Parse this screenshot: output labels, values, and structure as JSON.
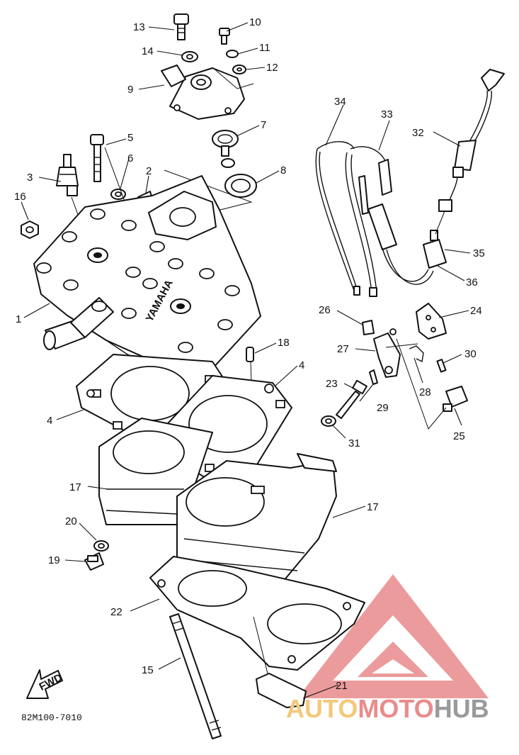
{
  "diagram": {
    "code": "82M100-7010",
    "fwd_label": "FWD",
    "head_embossing": "YAMAHA",
    "callouts": [
      {
        "id": "c1",
        "n": "1"
      },
      {
        "id": "c2",
        "n": "2"
      },
      {
        "id": "c3",
        "n": "3"
      },
      {
        "id": "c4a",
        "n": "4"
      },
      {
        "id": "c4b",
        "n": "4"
      },
      {
        "id": "c5",
        "n": "5"
      },
      {
        "id": "c6",
        "n": "6"
      },
      {
        "id": "c7",
        "n": "7"
      },
      {
        "id": "c8",
        "n": "8"
      },
      {
        "id": "c9",
        "n": "9"
      },
      {
        "id": "c10",
        "n": "10"
      },
      {
        "id": "c11",
        "n": "11"
      },
      {
        "id": "c12",
        "n": "12"
      },
      {
        "id": "c13",
        "n": "13"
      },
      {
        "id": "c14",
        "n": "14"
      },
      {
        "id": "c15",
        "n": "15"
      },
      {
        "id": "c16",
        "n": "16"
      },
      {
        "id": "c17a",
        "n": "17"
      },
      {
        "id": "c17b",
        "n": "17"
      },
      {
        "id": "c18",
        "n": "18"
      },
      {
        "id": "c19",
        "n": "19"
      },
      {
        "id": "c20",
        "n": "20"
      },
      {
        "id": "c21",
        "n": "21"
      },
      {
        "id": "c22",
        "n": "22"
      },
      {
        "id": "c23",
        "n": "23"
      },
      {
        "id": "c24",
        "n": "24"
      },
      {
        "id": "c25",
        "n": "25"
      },
      {
        "id": "c26",
        "n": "26"
      },
      {
        "id": "c27",
        "n": "27"
      },
      {
        "id": "c28",
        "n": "28"
      },
      {
        "id": "c29",
        "n": "29"
      },
      {
        "id": "c30",
        "n": "30"
      },
      {
        "id": "c31",
        "n": "31"
      },
      {
        "id": "c32",
        "n": "32"
      },
      {
        "id": "c33",
        "n": "33"
      },
      {
        "id": "c34",
        "n": "34"
      },
      {
        "id": "c35",
        "n": "35"
      },
      {
        "id": "c36",
        "n": "36"
      }
    ]
  },
  "watermark": {
    "part1": "AUTO",
    "part2": "MOTO",
    "part3": "HUB",
    "colors": {
      "auto": "#f3c97a",
      "moto": "#e98c8c",
      "hub": "#9a9a9a",
      "triangle": "#e88a8a"
    }
  }
}
